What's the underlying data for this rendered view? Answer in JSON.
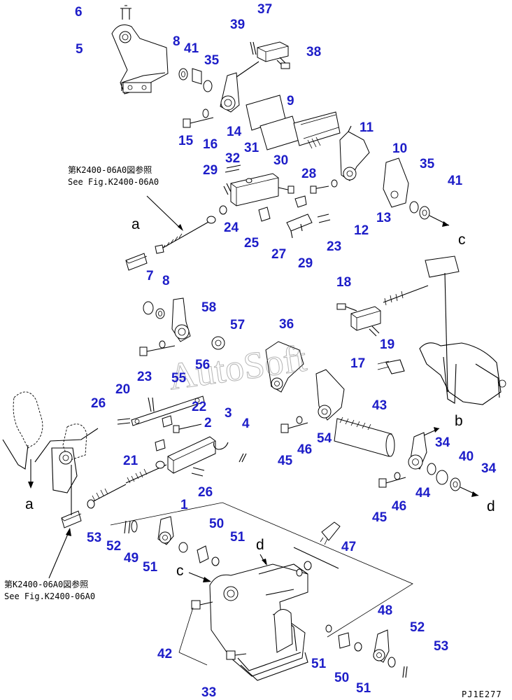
{
  "part_numbers": [
    "1",
    "2",
    "3",
    "4",
    "5",
    "6",
    "7",
    "8",
    "9",
    "10",
    "11",
    "12",
    "13",
    "14",
    "15",
    "16",
    "17",
    "18",
    "19",
    "20",
    "21",
    "22",
    "23",
    "24",
    "25",
    "26",
    "27",
    "28",
    "29",
    "30",
    "31",
    "32",
    "33",
    "34",
    "35",
    "36",
    "37",
    "38",
    "39",
    "40",
    "41",
    "42",
    "43",
    "44",
    "45",
    "46",
    "47",
    "48",
    "49",
    "50",
    "51",
    "52",
    "53",
    "54",
    "55",
    "56",
    "57",
    "58"
  ],
  "connector_letters": [
    "a",
    "b",
    "c",
    "d"
  ],
  "reference_notes": [
    {
      "jp": "第K2400-06A0図参照",
      "en": "See Fig.K2400-06A0"
    }
  ],
  "drawing_code": "PJ1E277",
  "watermark": "AutoSoft",
  "label_color": "#1d1dc8"
}
